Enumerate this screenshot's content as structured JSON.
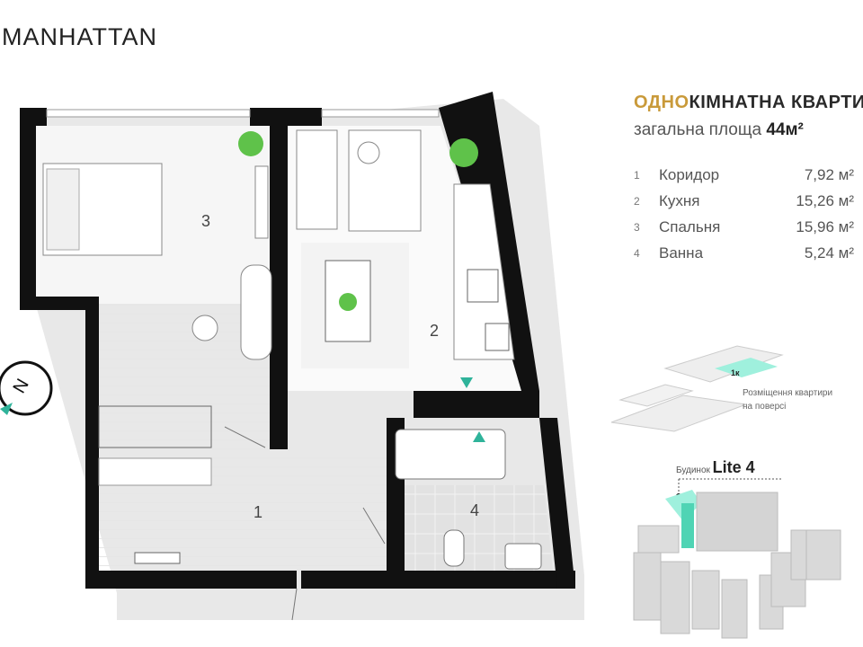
{
  "brand": {
    "logo": "MANHATTAN"
  },
  "apartment": {
    "title_accent": "ОДНО",
    "title_rest": "КІМНАТНА КВАРТИРА",
    "subtitle_label": "загальна площа",
    "total_area": "44м²"
  },
  "rooms": [
    {
      "num": "1",
      "name": "Коридор",
      "area": "7,92 м²"
    },
    {
      "num": "2",
      "name": "Кухня",
      "area": "15,26 м²"
    },
    {
      "num": "3",
      "name": "Спальня",
      "area": "15,96 м²"
    },
    {
      "num": "4",
      "name": "Ванна",
      "area": "5,24 м²"
    }
  ],
  "floor_location": {
    "badge": "1к",
    "caption_line1": "Розміщення квартири",
    "caption_line2": "на поверсі"
  },
  "building": {
    "label": "Будинок",
    "name": "Lite 4"
  },
  "compass": {
    "letter": "N"
  },
  "colors": {
    "accent": "#c99a3a",
    "highlight": "#7ee3cf",
    "wall": "#111111",
    "plant": "#5fc24a"
  }
}
